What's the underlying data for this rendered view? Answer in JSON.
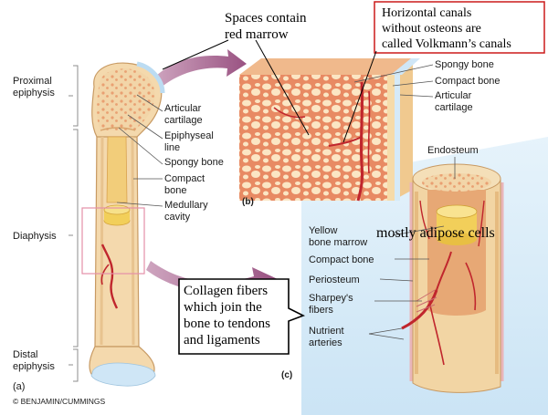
{
  "brackets": {
    "proximal_epiphysis": [
      "Proximal",
      "epiphysis"
    ],
    "diaphysis": "Diaphysis",
    "distal_epiphysis": [
      "Distal",
      "epiphysis"
    ]
  },
  "long_bone_labels": {
    "articular_cartilage": [
      "Articular",
      "cartilage"
    ],
    "epiphyseal_line": [
      "Epiphyseal",
      "line"
    ],
    "spongy_bone": "Spongy bone",
    "compact_bone": [
      "Compact",
      "bone"
    ],
    "medullary_cavity": [
      "Medullary",
      "cavity"
    ]
  },
  "panel_b_labels": {
    "spongy_bone": "Spongy bone",
    "compact_bone": "Compact bone",
    "articular_cartilage": [
      "Articular",
      "cartilage"
    ]
  },
  "panel_c_labels": {
    "endosteum": "Endosteum",
    "yellow_marrow": [
      "Yellow",
      "bone marrow"
    ],
    "compact_bone": "Compact bone",
    "periosteum": "Periosteum",
    "sharpeys_fibers": [
      "Sharpey's",
      "fibers"
    ],
    "nutrient_arteries": [
      "Nutrient",
      "arteries"
    ]
  },
  "panel_tags": {
    "a": "(a)",
    "b": "(b)",
    "c": "(c)"
  },
  "annotations": {
    "spaces": [
      "Spaces contain",
      "red marrow"
    ],
    "horizontal_canals": [
      "Horizontal canals",
      "without osteons are",
      "called Volkmann’s canals"
    ],
    "adipose": "mostly adipose cells",
    "collagen": [
      "Collagen fibers",
      "which join the",
      "bone to tendons",
      "and ligaments"
    ]
  },
  "copyright": "© BENJAMIN/CUMMINGS",
  "colors": {
    "bone": "#f6dcb2",
    "bone_edge": "#c89a63",
    "compact": "#efc98f",
    "spongy_bg": "#f4c39a",
    "trabecula": "#fbe9c8",
    "marrow_red": "#e8805e",
    "yellow_marrow": "#f2cf5a",
    "cartilage": "#cfe6f6",
    "artery": "#c0262d",
    "arrow": "#a45d8c",
    "panel_bg": "#d7ecf9",
    "leader": "#555555"
  }
}
